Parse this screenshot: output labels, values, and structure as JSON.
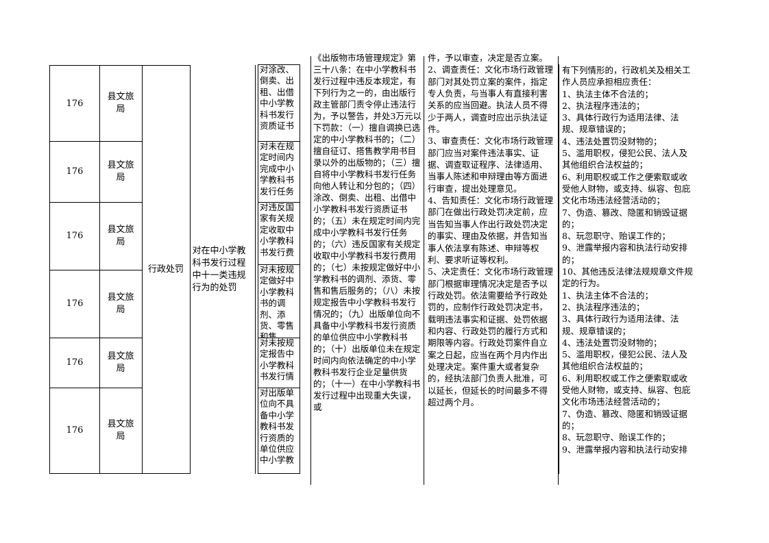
{
  "rows": [
    {
      "no": "176",
      "agency": "县文旅局",
      "sub": "对涂改、倒卖、出租、出借中小学教科书发行资质证书"
    },
    {
      "no": "176",
      "agency": "县文旅局",
      "sub": "对未在规定时间内完成中小学教科书发行任务"
    },
    {
      "no": "176",
      "agency": "县文旅局",
      "sub": "对违反国家有关规定收取中小学教科书发行费"
    },
    {
      "no": "176",
      "agency": "县文旅局",
      "sub": "对未按规定做好中小学教科书的调剂、添货、零售和售"
    },
    {
      "no": "176",
      "agency": "县文旅局",
      "sub": "对未按规定报告中小学教科书发行情"
    },
    {
      "no": "176",
      "agency": "县文旅局",
      "sub": "对出版单位向不具备中小学教科书发行资质的单位供应中小学教"
    }
  ],
  "category": "行政处罚",
  "item_name": "对在中小学教科书发行过程中十一类违规行为的处罚",
  "basis_text": "《出版物市场管理规定》第三十八条：在中小学教科书发行过程中违反本规定，有下列行为之一的，由出版行政主管部门责令停止违法行为，予以警告，并处3万元以下罚款：（一）擅自调换已选定的中小学教科书的；（二）擅自征订、搭售教学用书目录以外的出版物的；（三）擅自将中小学教科书发行任务向他人转让和分包的；（四）涂改、倒卖、出租、出借中小学教科书发行资质证书的；（五）未在规定时间内完成中小学教科书发行任务的；（六）违反国家有关规定收取中小学教科书发行费用的；（七）未按规定做好中小学教科书的调剂、添货、零售和售后服务的；（八）未按规定报告中小学教科书发行情况的；（九）出版单位向不具备中小学教科书发行资质的单位供应中小学教科书的；（十）出版单位未在规定时间内向依法确定的中小学教科书发行企业足量供货的；（十一）在中小学教科书发行过程中出现重大失误，或",
  "duty_text": "件，予以审查，决定是否立案。\n2、调查责任：文化市场行政管理部门对其处罚立案的案件，指定专人负责，与当事人有直接利害关系的应当回避。执法人员不得少于两人，调查时应出示执法证件。\n3、审查责任：文化市场行政管理部门应当对案件违法事实、证据、调查取证程序、法律适用、当事人陈述和申辩理由等方面进行审查，提出处理意见。\n4、告知责任：文化市场行政管理部门在做出行政处罚决定前，应当告知当事人作出行政处罚决定的事实、理由及依据，并告知当事人依法享有陈述、申辩等权利、要求听证等权利。\n5、决定责任：文化市场行政管理部门根据审理情况决定是否予以行政处罚。依法需要给予行政处罚的，应制作行政处罚决定书，载明违法事实和证据、处罚依据和内容、行政处罚的履行方式和期限等内容。行政处罚案件自立案之日起，应当在两个月内作出处理决定。案件重大或者复杂的，经执法部门负责人批准，可以延长，但延长的时间最多不得超过两个月。",
  "accountability_text": "有下列情形的，行政机关及相关工作人员应承担相应责任：\n1、执法主体不合法的；\n2、执法程序违法的；\n3、具体行政行为适用法律、法规、规章错误的；\n4、违法处置罚没财物的；\n5、滥用职权，侵犯公民、法人及其他组织合法权益的；\n6、利用职权或工作之便索取或收受他人财物，或支持、纵容、包庇文化市场违法经营活动的；\n7、伪造、篡改、隐匿和销毁证据的；\n8、玩忽职守、贻误工作的；\n9、泄露举报内容和执法行动安排的；\n10、其他违反法律法规规章文件规定的行为。\n1、执法主体不合法的；\n2、执法程序违法的；\n3、具体行政行为适用法律、法规、规章错误的；\n4、违法处置罚没财物的；\n5、滥用职权，侵犯公民、法人及其他组织合法权益的；\n6、利用职权或工作之便索取或收受他人财物，或支持、纵容、包庇文化市场违法经营活动的；\n7、伪造、篡改、隐匿和销毁证据的；\n8、玩忽职守、贻误工作的；\n9、泄露举报内容和执法行动安排"
}
